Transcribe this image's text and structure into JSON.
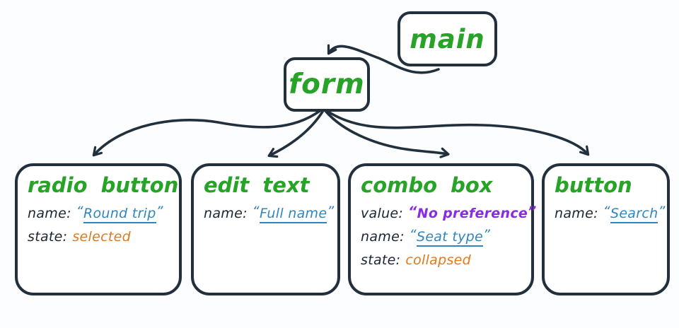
{
  "glyphs": {
    "quote_open": "“",
    "quote_close": "”"
  },
  "colors": {
    "stroke": "#22303e",
    "green": "#27a327",
    "blue": "#2e86c1",
    "purple": "#8a2be2",
    "orange": "#e0791b",
    "ink": "#1b2530",
    "bg": "#fcfdfe"
  },
  "nodes": {
    "main": {
      "label": "main"
    },
    "form": {
      "label": "form"
    },
    "children": [
      {
        "id": "radio-button",
        "label": "radio button",
        "props": [
          {
            "key": "name:",
            "value": "Round trip",
            "style": "link"
          },
          {
            "key": "state:",
            "value": "selected",
            "style": "state"
          }
        ]
      },
      {
        "id": "edit-text",
        "label": "edit text",
        "props": [
          {
            "key": "name:",
            "value": "Full name",
            "style": "link"
          }
        ]
      },
      {
        "id": "combo-box",
        "label": "combo box",
        "props": [
          {
            "key": "value:",
            "value": "No preference",
            "style": "value"
          },
          {
            "key": "name:",
            "value": "Seat type",
            "style": "link"
          },
          {
            "key": "state:",
            "value": "collapsed",
            "style": "state"
          }
        ]
      },
      {
        "id": "button",
        "label": "button",
        "props": [
          {
            "key": "name:",
            "value": "Search",
            "style": "link"
          }
        ]
      }
    ]
  }
}
